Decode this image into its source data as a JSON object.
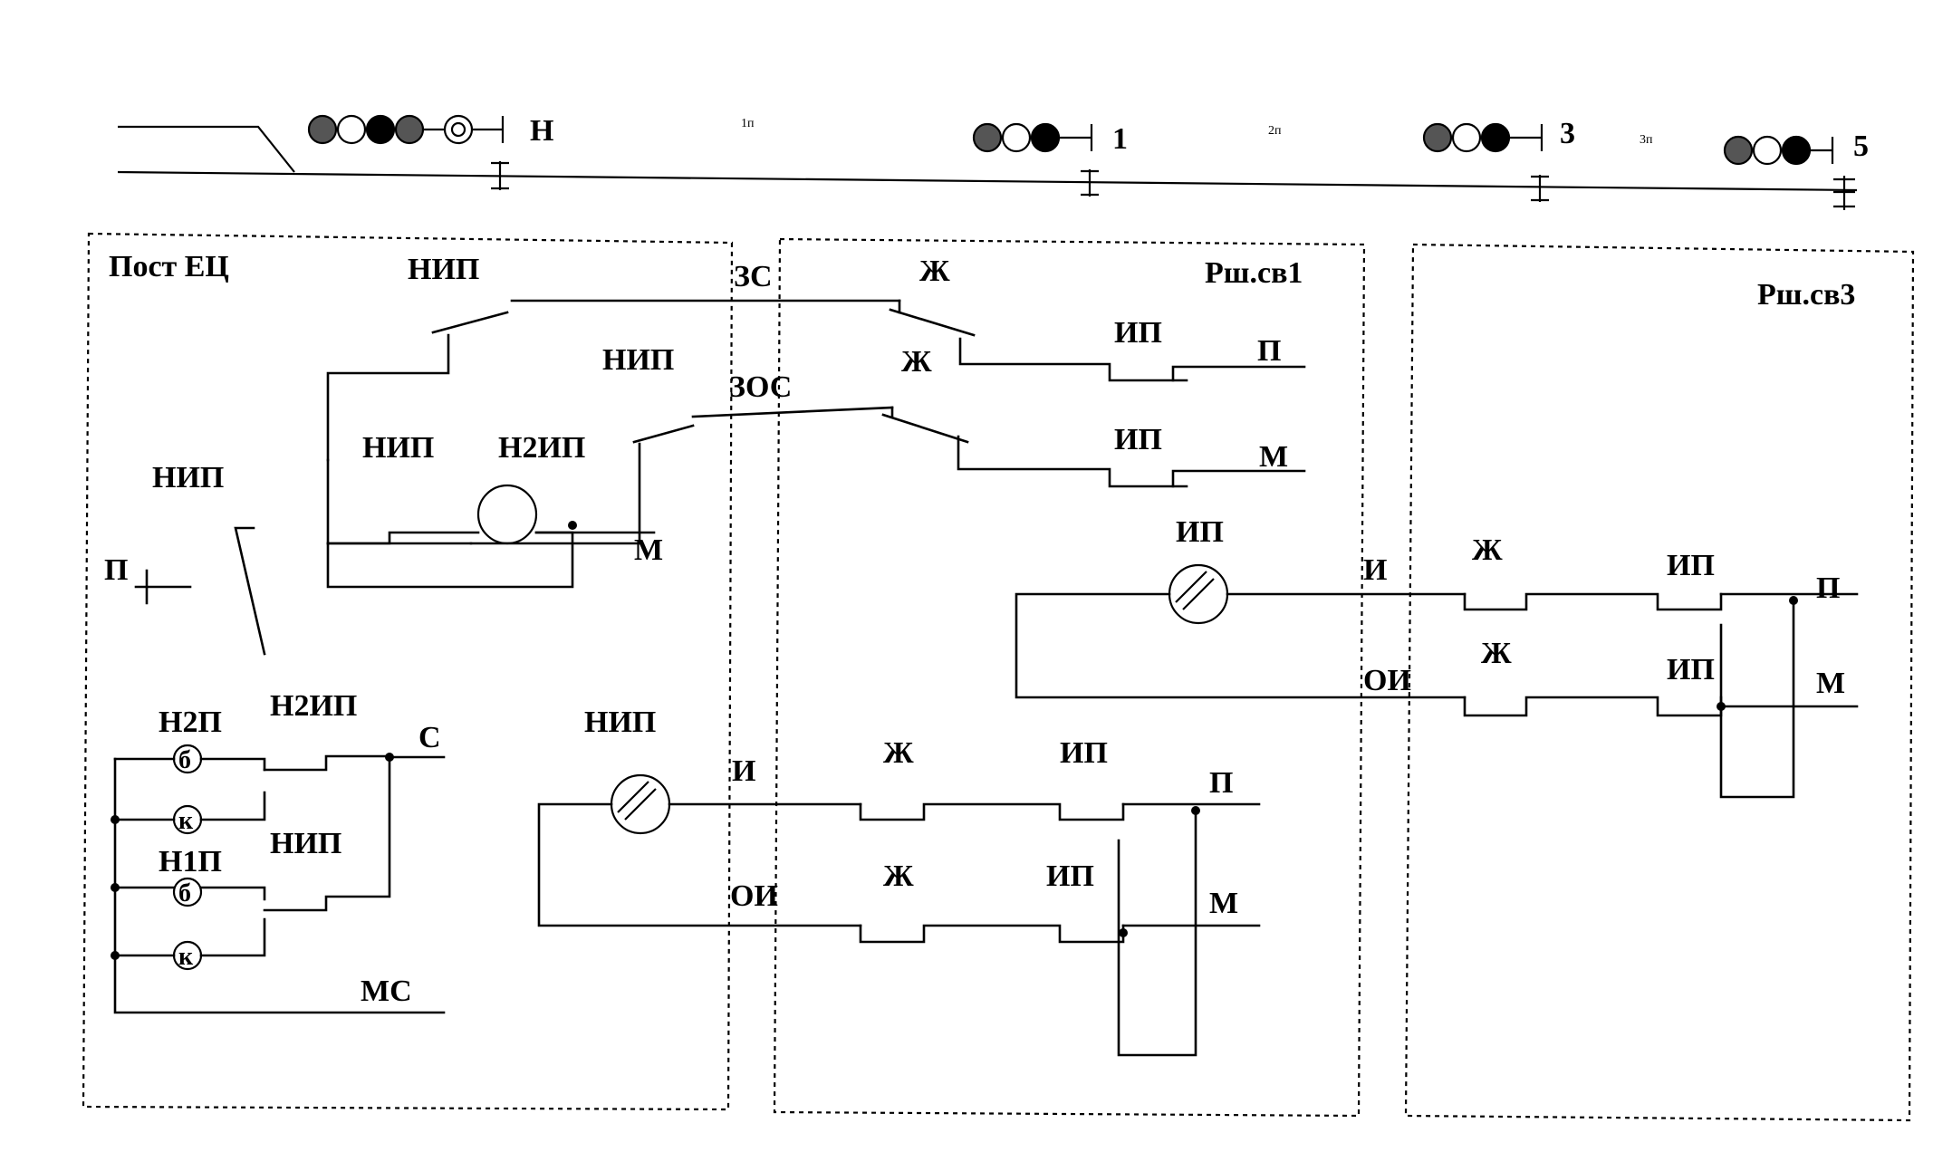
{
  "track": {
    "signals": [
      "Н",
      "1",
      "3",
      "5"
    ],
    "sections": [
      "1п",
      "2п",
      "3п"
    ]
  },
  "boxes": {
    "post": "Пост ЕЦ",
    "rsh1": "Рш.св1",
    "rsh3": "Рш.св3"
  },
  "labels": {
    "zs": "ЗС",
    "zos": "ЗОС",
    "nip": "НИП",
    "n2ip": "Н2ИП",
    "zh": "Ж",
    "ip": "ИП",
    "i": "И",
    "oi": "ОИ",
    "p": "П",
    "m": "М",
    "s": "С",
    "ms": "МС",
    "n2p": "Н2П",
    "n1p": "Н1П",
    "b": "б",
    "k": "к"
  }
}
